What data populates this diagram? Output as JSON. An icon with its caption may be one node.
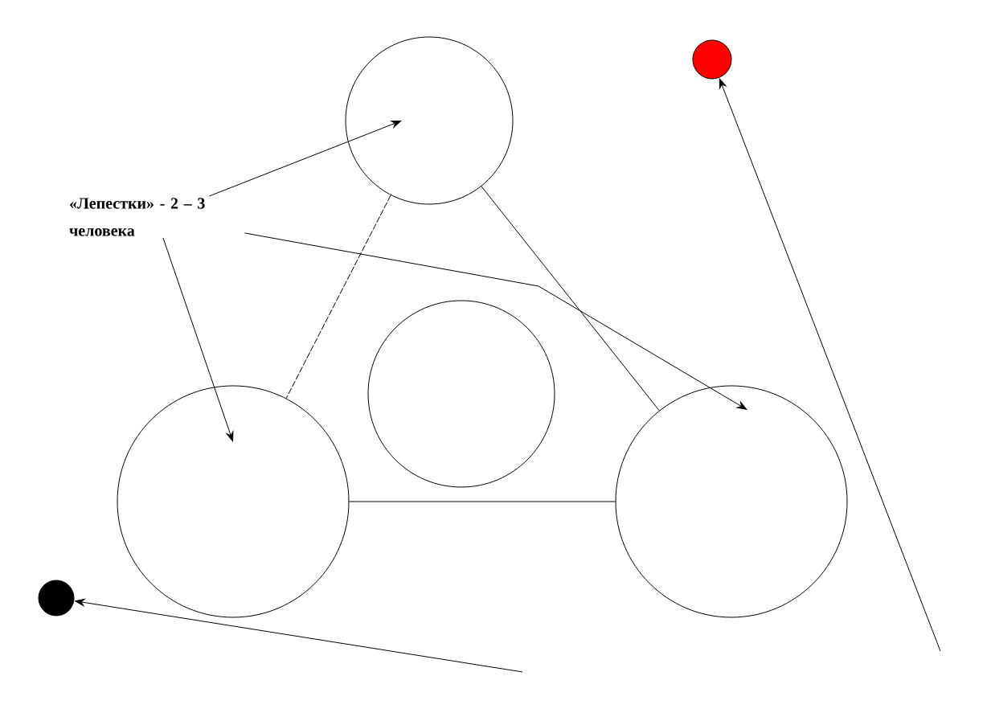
{
  "diagram": {
    "nodes": [
      {
        "text": [
          "«Лепестки» - 2 – 3 человека"
        ]
      },
      {
        "text": [],
        "shape": "circle"
      },
      {
        "text": [],
        "shape": "circle"
      },
      {
        "text": [],
        "shape": "circle"
      },
      {
        "text": [],
        "shape": "circle"
      },
      {
        "text": [],
        "shape": "circle"
      },
      {
        "text": [],
        "shape": "circle"
      }
    ],
    "edges": [
      {
        "from": 0,
        "to": 1,
        "arrow": "to"
      },
      {
        "from": 0,
        "to": 3,
        "arrow": "to"
      },
      {
        "from": 0,
        "to": 4,
        "arrow": "to"
      },
      {
        "from": 1,
        "to": 3,
        "arrow": "none",
        "style": "dashed"
      },
      {
        "from": 1,
        "to": 4,
        "arrow": "none"
      },
      {
        "from": 3,
        "to": 4,
        "arrow": "none"
      },
      {
        "from": null,
        "to": 5,
        "arrow": "to"
      },
      {
        "from": null,
        "to": 6,
        "arrow": "to"
      }
    ]
  }
}
